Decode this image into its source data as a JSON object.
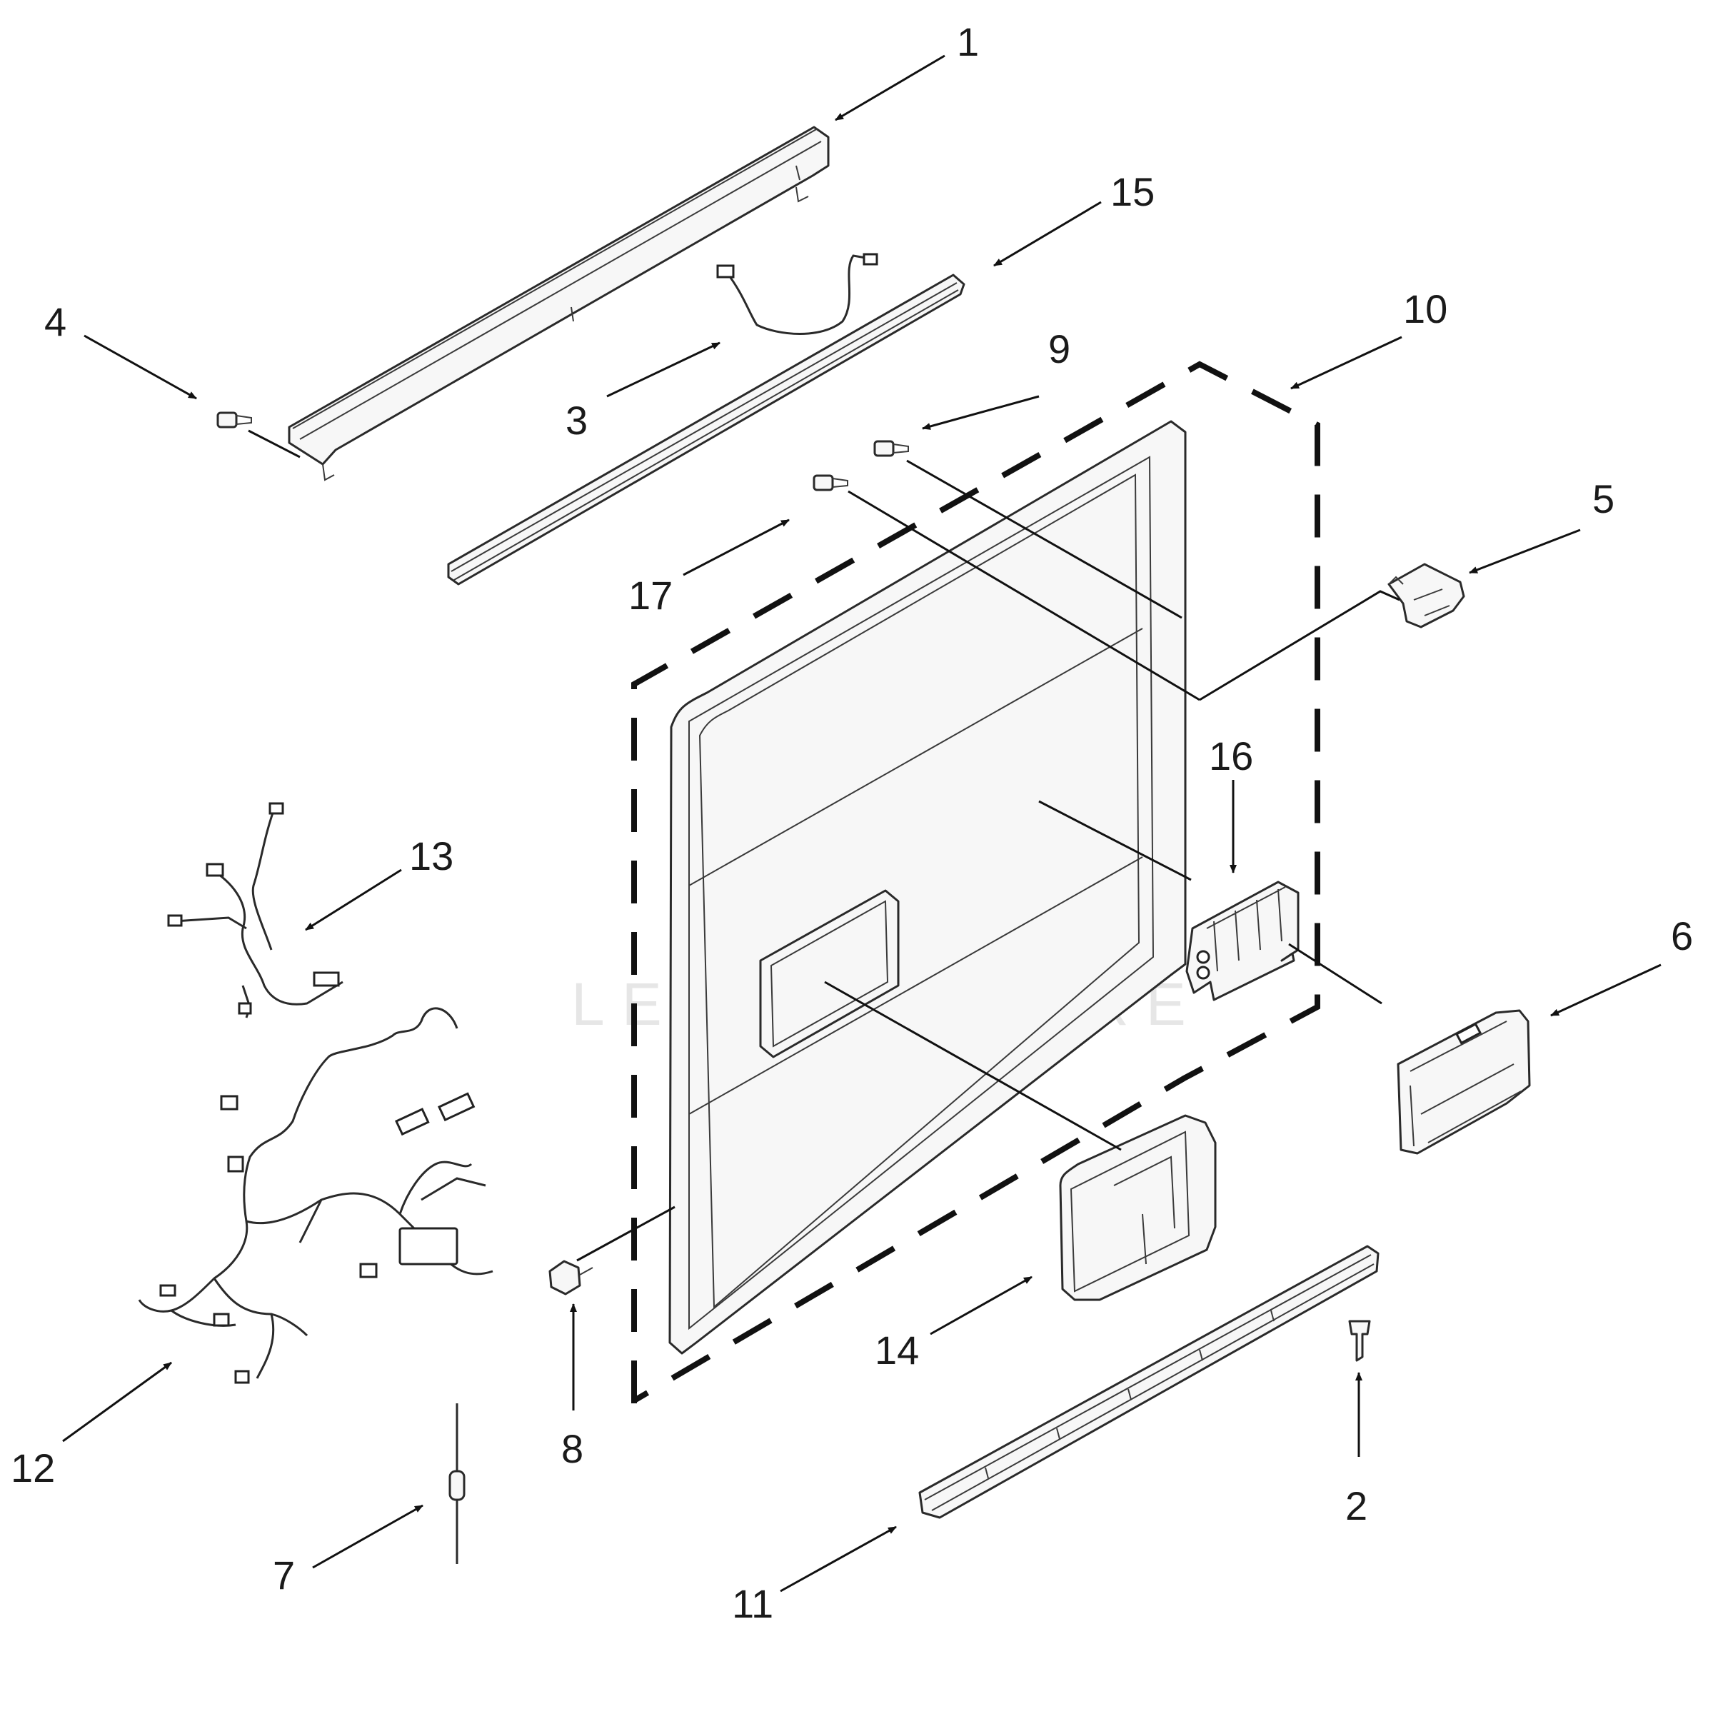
{
  "watermark": {
    "text": "LEADVENTURE"
  },
  "callouts": [
    {
      "id": "1",
      "label": "1"
    },
    {
      "id": "2",
      "label": "2"
    },
    {
      "id": "3",
      "label": "3"
    },
    {
      "id": "4",
      "label": "4"
    },
    {
      "id": "5",
      "label": "5"
    },
    {
      "id": "6",
      "label": "6"
    },
    {
      "id": "7",
      "label": "7"
    },
    {
      "id": "8",
      "label": "8"
    },
    {
      "id": "9",
      "label": "9"
    },
    {
      "id": "10",
      "label": "10"
    },
    {
      "id": "11",
      "label": "11"
    },
    {
      "id": "12",
      "label": "12"
    },
    {
      "id": "13",
      "label": "13"
    },
    {
      "id": "14",
      "label": "14"
    },
    {
      "id": "15",
      "label": "15"
    },
    {
      "id": "16",
      "label": "16"
    },
    {
      "id": "17",
      "label": "17"
    }
  ]
}
